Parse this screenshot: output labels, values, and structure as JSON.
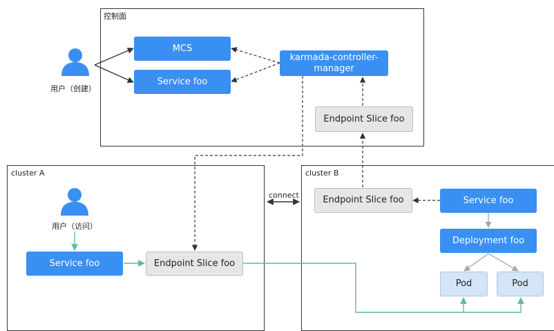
{
  "control_plane": {
    "label": "控制面"
  },
  "cluster_a": {
    "label": "cluster A"
  },
  "cluster_b": {
    "label": "cluster B"
  },
  "user_create": {
    "label": "用户（创建）",
    "icon": "user-icon"
  },
  "user_access": {
    "label": "用户（访问）",
    "icon": "user-icon"
  },
  "nodes": {
    "mcs": "MCS",
    "service_foo_cp": "Service foo",
    "controller_manager": "karmada-controller-manager",
    "endpoint_slice_cp": "Endpoint Slice foo",
    "service_foo_a": "Service foo",
    "endpoint_slice_a": "Endpoint Slice foo",
    "endpoint_slice_b": "Endpoint Slice foo",
    "service_foo_b": "Service foo",
    "deployment_foo": "Deployment foo",
    "pod_1": "Pod",
    "pod_2": "Pod"
  },
  "edges": {
    "connect_label": "connect"
  },
  "colors": {
    "blue_box": "#3a8ff2",
    "gray_box": "#e6e6e6",
    "pod_box": "#d4e5f8",
    "green_line": "#5fba9d",
    "dashed_line": "#333333",
    "gray_arrow": "#a6a6a6"
  }
}
